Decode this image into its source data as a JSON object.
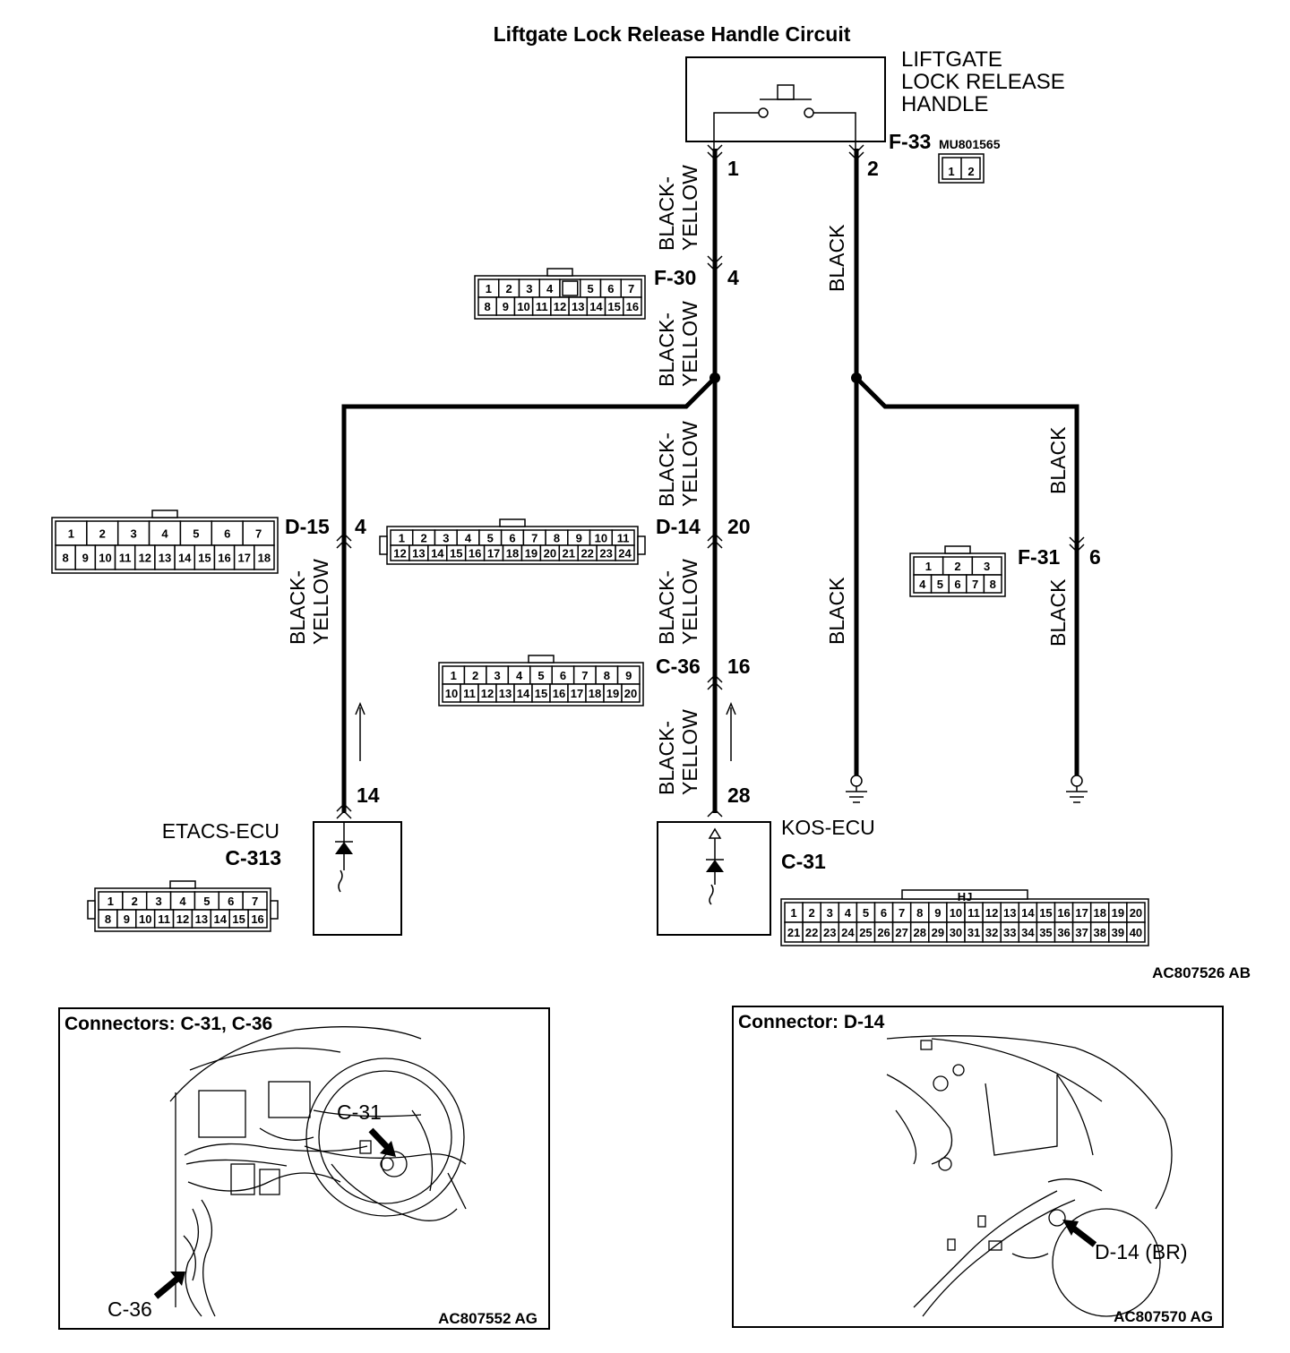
{
  "title": "Liftgate Lock Release Handle Circuit",
  "diagram_code": "AC807526 AB",
  "components": {
    "handle": {
      "name_lines": [
        "LIFTGATE",
        "LOCK RELEASE",
        "HANDLE"
      ],
      "connector": "F-33",
      "part_no": "MU801565",
      "pins": [
        "1",
        "2"
      ]
    },
    "etacs": {
      "name": "ETACS-ECU",
      "connector": "C-313"
    },
    "kos": {
      "name": "KOS-ECU",
      "connector": "C-31"
    }
  },
  "connectors": {
    "F30": {
      "label": "F-30",
      "pin": "4"
    },
    "D15": {
      "label": "D-15",
      "pin": "4"
    },
    "D14": {
      "label": "D-14",
      "pin": "20"
    },
    "C36": {
      "label": "C-36",
      "pin": "16"
    },
    "F31": {
      "label": "F-31",
      "pin": "6"
    },
    "F33": {
      "pin1": "1",
      "pin2": "2"
    },
    "C313": {
      "pin": "14"
    },
    "C31": {
      "pin": "28"
    }
  },
  "wires": {
    "black_yellow": [
      "BLACK-",
      "YELLOW"
    ],
    "black": "BLACK"
  },
  "connector_faces": {
    "f30": {
      "top": [
        "1",
        "2",
        "3",
        "4",
        "",
        "5",
        "6",
        "7"
      ],
      "bottom": [
        "8",
        "9",
        "10",
        "11",
        "12",
        "13",
        "14",
        "15",
        "16"
      ]
    },
    "d15": {
      "top": [
        "1",
        "2",
        "3",
        "4",
        "5",
        "6",
        "7"
      ],
      "bottom": [
        "8",
        "9",
        "10",
        "11",
        "12",
        "13",
        "14",
        "15",
        "16",
        "17",
        "18"
      ]
    },
    "d14": {
      "top": [
        "1",
        "2",
        "3",
        "4",
        "5",
        "6",
        "7",
        "8",
        "9",
        "10",
        "11"
      ],
      "bottom": [
        "12",
        "13",
        "14",
        "15",
        "16",
        "17",
        "18",
        "19",
        "20",
        "21",
        "22",
        "23",
        "24"
      ]
    },
    "c36": {
      "top": [
        "1",
        "2",
        "3",
        "4",
        "5",
        "6",
        "7",
        "8",
        "9"
      ],
      "bottom": [
        "10",
        "11",
        "12",
        "13",
        "14",
        "15",
        "16",
        "17",
        "18",
        "19",
        "20"
      ]
    },
    "f31": {
      "top": [
        "1",
        "2",
        "3"
      ],
      "bottom": [
        "4",
        "5",
        "6",
        "7",
        "8"
      ]
    },
    "c313": {
      "top": [
        "1",
        "2",
        "3",
        "4",
        "5",
        "6",
        "7"
      ],
      "bottom": [
        "8",
        "9",
        "10",
        "11",
        "12",
        "13",
        "14",
        "15",
        "16"
      ]
    },
    "c31": {
      "top": [
        "1",
        "2",
        "3",
        "4",
        "5",
        "6",
        "7",
        "8",
        "9",
        "10",
        "11",
        "12",
        "13",
        "14",
        "15",
        "16",
        "17",
        "18",
        "19",
        "20"
      ],
      "bottom": [
        "21",
        "22",
        "23",
        "24",
        "25",
        "26",
        "27",
        "28",
        "29",
        "30",
        "31",
        "32",
        "33",
        "34",
        "35",
        "36",
        "37",
        "38",
        "39",
        "40"
      ],
      "tag": "HJ"
    }
  },
  "panels": {
    "left": {
      "title": "Connectors: C-31, C-36",
      "callout_c31": "C-31",
      "callout_c36": "C-36",
      "code": "AC807552 AG"
    },
    "right": {
      "title": "Connector: D-14",
      "callout": "D-14 (BR)",
      "code": "AC807570 AG"
    }
  }
}
